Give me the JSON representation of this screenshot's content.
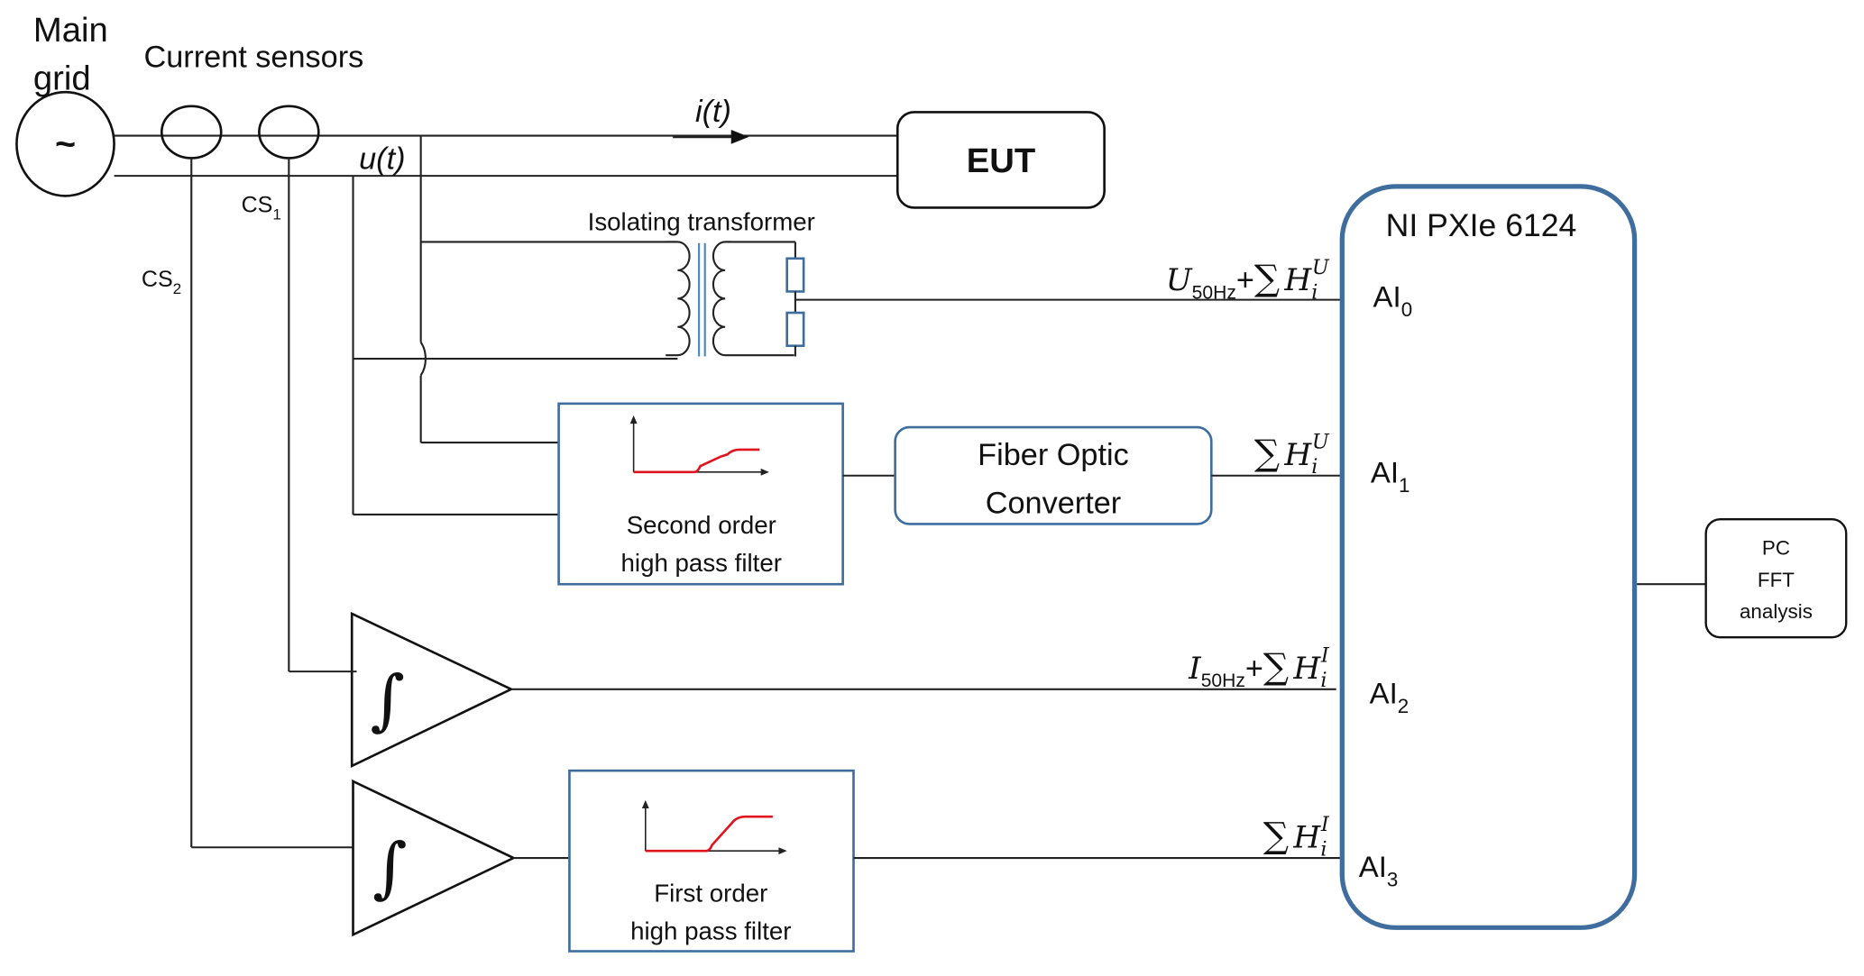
{
  "labels": {
    "main_grid_line1": "Main",
    "main_grid_line2": "grid",
    "current_sensors": "Current sensors",
    "source_symbol": "~",
    "cs1": "CS",
    "cs1_sub": "1",
    "cs2": "CS",
    "cs2_sub": "2",
    "current_signal": "i(t)",
    "voltage_signal": "u(t)",
    "eut": "EUT",
    "isolating_transformer": "Isolating transformer",
    "second_filter_line1": "Second order",
    "second_filter_line2": "high pass filter",
    "fiber_line1": "Fiber Optic",
    "fiber_line2": "Converter",
    "first_filter_line1": "First order",
    "first_filter_line2": "high pass filter",
    "daq_title": "NI PXIe 6124",
    "pc_line1": "PC",
    "pc_line2": "FFT",
    "pc_line3": "analysis",
    "integrator_symbol": "∫"
  },
  "channels": [
    {
      "name": "AI",
      "sub": "0",
      "signal_prefix": "U",
      "signal_prefix_sub": "50Hz",
      "plus": "+",
      "sum": "∑",
      "h": "H",
      "h_sub": "i",
      "h_sup": "U"
    },
    {
      "name": "AI",
      "sub": "1",
      "signal_prefix": "",
      "signal_prefix_sub": "",
      "plus": "",
      "sum": "∑",
      "h": "H",
      "h_sub": "i",
      "h_sup": "U"
    },
    {
      "name": "AI",
      "sub": "2",
      "signal_prefix": "I",
      "signal_prefix_sub": "50Hz",
      "plus": "+",
      "sum": "∑",
      "h": "H",
      "h_sub": "i",
      "h_sup": "I"
    },
    {
      "name": "AI",
      "sub": "3",
      "signal_prefix": "",
      "signal_prefix_sub": "",
      "plus": "",
      "sum": "∑",
      "h": "H",
      "h_sub": "i",
      "h_sup": "I"
    }
  ],
  "colors": {
    "block_blue": "#3f6e9e",
    "filter_curve_red": "#e0141e",
    "core_blue": "#4a86c5"
  }
}
